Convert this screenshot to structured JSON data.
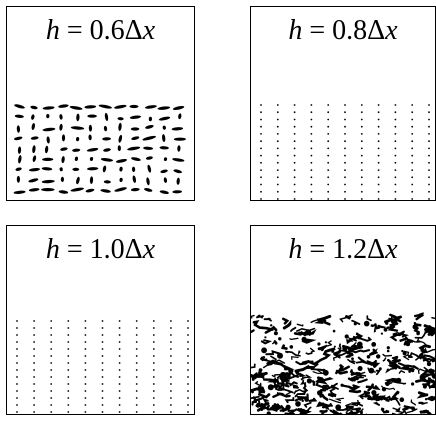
{
  "panels": [
    {
      "label": "h = 0.6Δx",
      "pattern": "clustered-particles"
    },
    {
      "label": "h = 0.8Δx",
      "pattern": "regular-lattice"
    },
    {
      "label": "h = 1.0Δx",
      "pattern": "regular-lattice"
    },
    {
      "label": "h = 1.2Δx",
      "pattern": "disordered-mixing"
    }
  ],
  "colors": {
    "ink": "#000000",
    "background": "#ffffff"
  }
}
